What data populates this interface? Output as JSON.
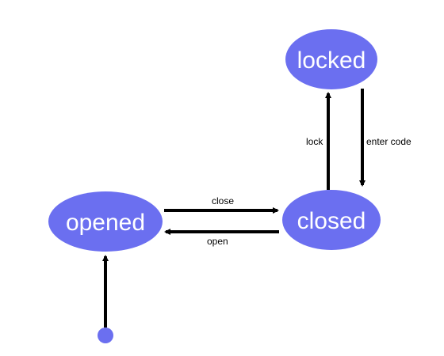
{
  "colors": {
    "state_fill": "#6b6ff0",
    "arrow": "#000000",
    "label_text": "#ffffff",
    "edge_text": "#000000",
    "background": "#ffffff"
  },
  "states": {
    "locked": "locked",
    "closed": "closed",
    "opened": "opened"
  },
  "transitions": {
    "lock": "lock",
    "enter_code": "enter code",
    "close": "close",
    "open": "open"
  }
}
